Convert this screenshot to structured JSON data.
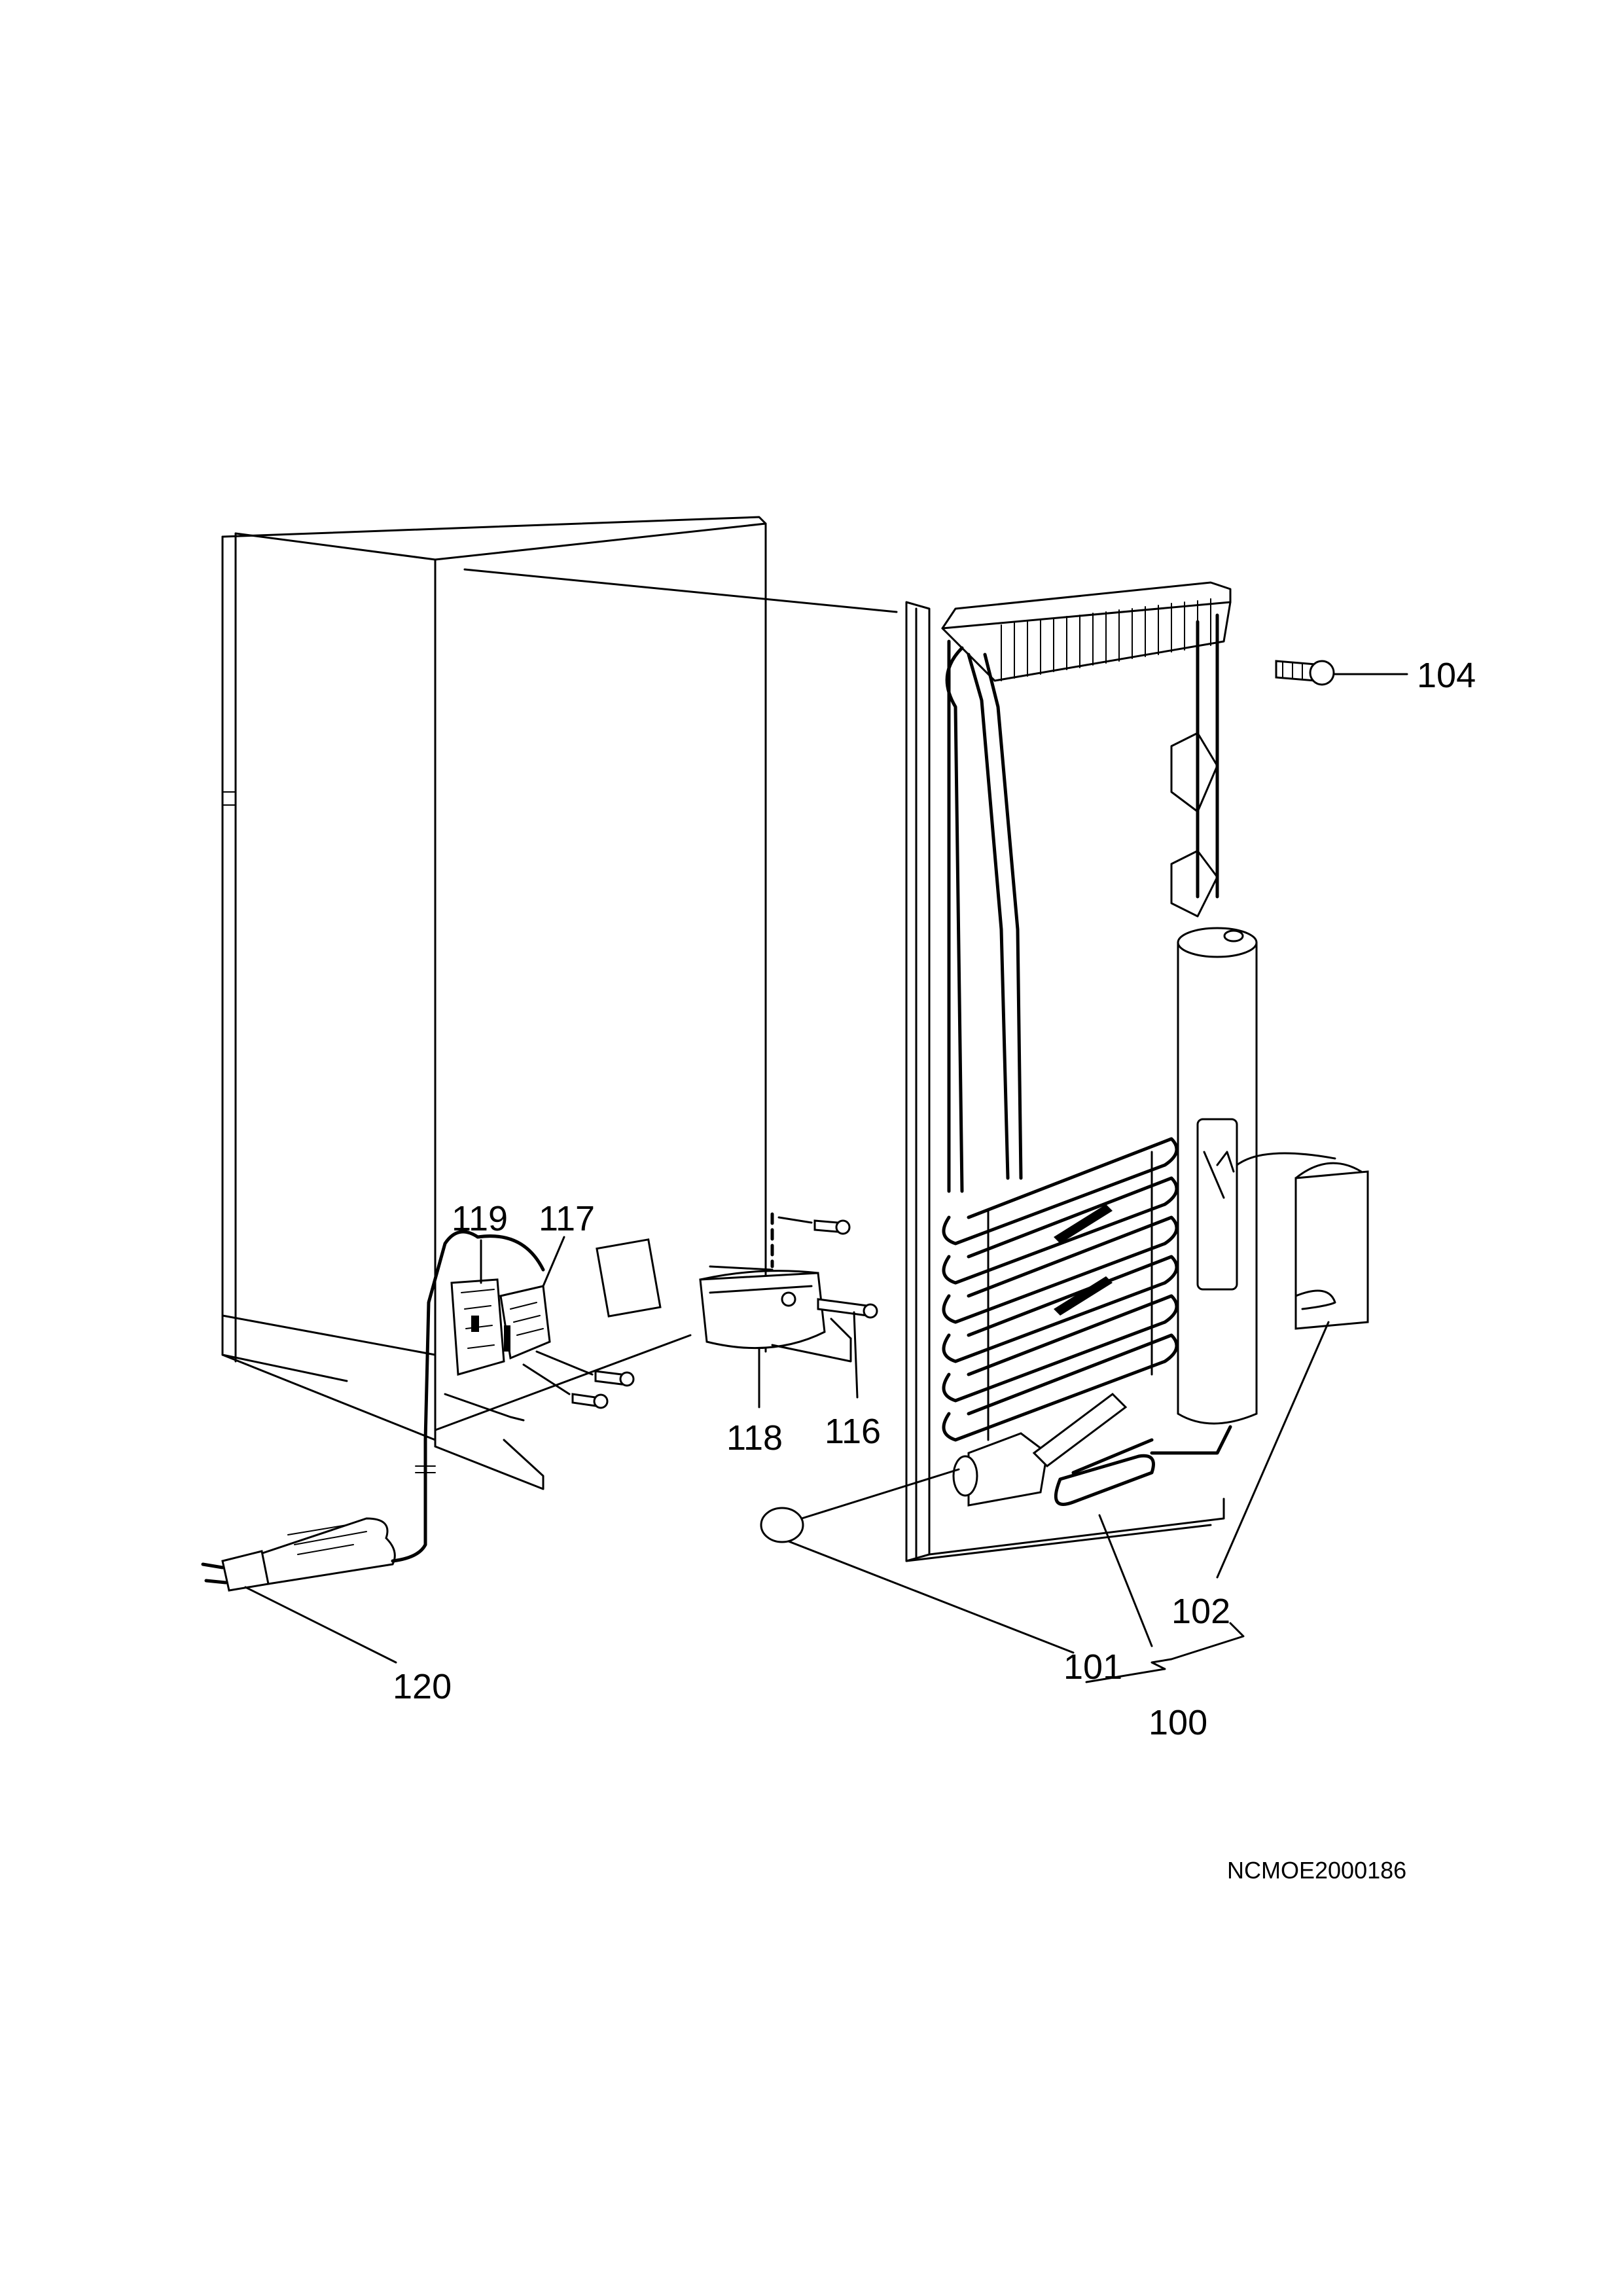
{
  "callouts": {
    "c104": "104",
    "c119": "119",
    "c117": "117",
    "c118": "118",
    "c116": "116",
    "c120": "120",
    "c101": "101",
    "c102": "102",
    "c100": "100"
  },
  "drawing_code": "NCMOE2000186"
}
